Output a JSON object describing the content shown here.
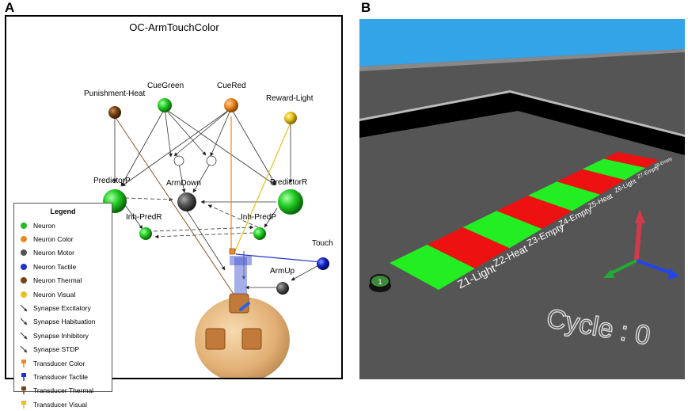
{
  "panel_a": {
    "letter": "A",
    "title": "OC-ArmTouchColor",
    "neurons": {
      "punishment_heat": "Punishment-Heat",
      "cue_green": "CueGreen",
      "cue_red": "CueRed",
      "reward_light": "Reward-Light",
      "predictor_p": "PredictorP",
      "arm_down": "ArmDown",
      "predictor_r": "PredictorR",
      "inh_pred_r": "Inh-PredR",
      "inh_pred_p": "Inh-PredP",
      "touch": "Touch",
      "arm_up": "ArmUp"
    },
    "legend": {
      "title": "Legend",
      "items": [
        {
          "label": "Neuron",
          "color": "#22bb22",
          "kind": "dot"
        },
        {
          "label": "Neuron Color",
          "color": "#ee8822",
          "kind": "dot"
        },
        {
          "label": "Neuron Motor",
          "color": "#555555",
          "kind": "dot"
        },
        {
          "label": "Neuron Tactile",
          "color": "#2233cc",
          "kind": "dot"
        },
        {
          "label": "Neuron Thermal",
          "color": "#774411",
          "kind": "dot"
        },
        {
          "label": "Neuron Visual",
          "color": "#e8c020",
          "kind": "dot"
        },
        {
          "label": "Synapse Excitatory",
          "color": "#333333",
          "kind": "syn"
        },
        {
          "label": "Synapse Habituation",
          "color": "#333333",
          "kind": "syn"
        },
        {
          "label": "Synapse Inhibitory",
          "color": "#333333",
          "kind": "syn"
        },
        {
          "label": "Synapse STDP",
          "color": "#333333",
          "kind": "syn"
        },
        {
          "label": "Transducer Color",
          "color": "#ee8822",
          "kind": "trans"
        },
        {
          "label": "Transducer Tactile",
          "color": "#2233cc",
          "kind": "trans"
        },
        {
          "label": "Transducer Thermal",
          "color": "#774411",
          "kind": "trans"
        },
        {
          "label": "Transducer Visual",
          "color": "#e8c020",
          "kind": "trans"
        }
      ]
    }
  },
  "panel_b": {
    "letter": "B",
    "zones": [
      "Z1-Light",
      "Z2-Heat",
      "Z3-Empty",
      "Z4-Empty",
      "Z5-Heat",
      "Z6-Light",
      "Z7-Empty",
      "Z8-Empty"
    ],
    "zone_colors": [
      "#22ee22",
      "#ee1111",
      "#22ee22",
      "#ee1111",
      "#22ee22",
      "#ee1111",
      "#22ee22",
      "#ee1111"
    ],
    "robot_label": "1",
    "cycle_text": "Cycle : 0"
  }
}
